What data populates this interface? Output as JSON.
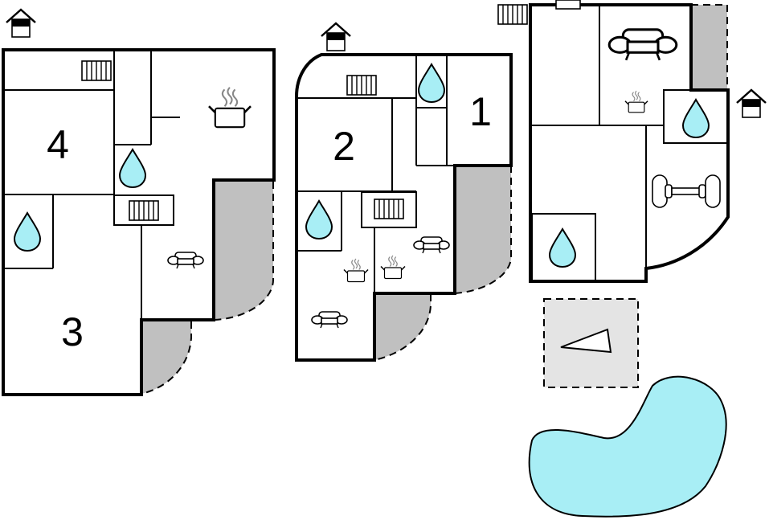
{
  "rooms": {
    "r1": "1",
    "r2": "2",
    "r3": "3",
    "r4": "4"
  },
  "icons": {
    "water": "water-drop-icon",
    "radiator": "radiator-icon",
    "stove": "cooking-pot-icon",
    "sofa": "sofa-icon",
    "dumbbell": "dumbbell-icon",
    "entrance": "entrance-house-icon",
    "compass": "compass-arrow-icon"
  },
  "colors": {
    "water": "#a8eef5",
    "terrace": "#c0c0c0",
    "patio": "#e4e4e4",
    "walls": "#000000"
  }
}
